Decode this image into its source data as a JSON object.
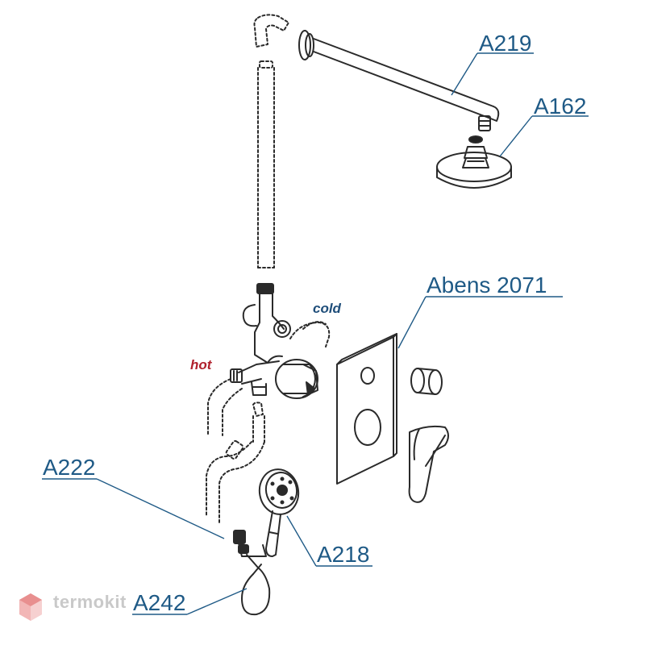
{
  "labels": {
    "arm": "A219",
    "head": "A162",
    "mixer": "Abens 2071",
    "hose": "A222",
    "hand": "A218",
    "holder": "A242",
    "hot": "hot",
    "cold": "cold"
  },
  "watermark": {
    "text": "termokit"
  },
  "colors": {
    "callout": "#1f5a86",
    "hot": "#b0202c",
    "cold": "#1f4e7a",
    "line": "#2a2a2a"
  }
}
